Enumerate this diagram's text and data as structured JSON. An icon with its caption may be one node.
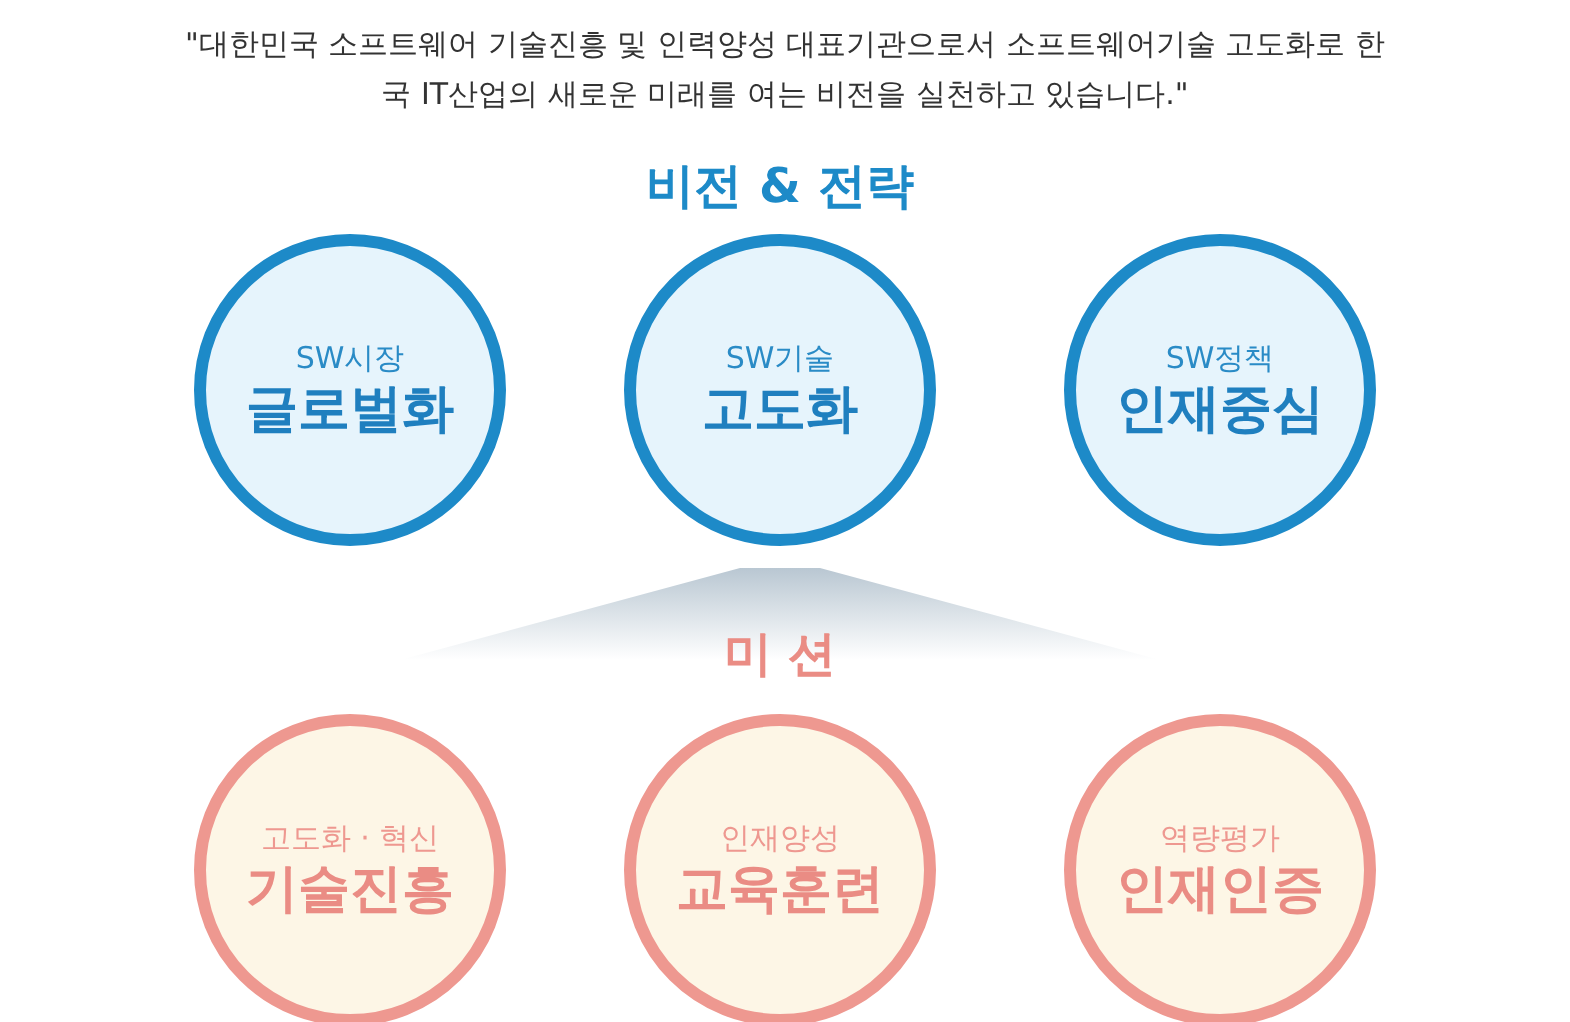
{
  "diagram": {
    "nodes": [
      {
        "text": [
          "SW시장",
          "글로벌화"
        ]
      },
      {
        "text": [
          "SW기술",
          "고도화"
        ]
      },
      {
        "text": [
          "SW정책",
          "인재중심"
        ]
      },
      {
        "text": [
          "고도화 · 혁신",
          "기술진흥"
        ]
      },
      {
        "text": [
          "인재양성",
          "교육훈련"
        ]
      },
      {
        "text": [
          "역량평가",
          "인재인증"
        ]
      }
    ],
    "labels": [
      "\"대한민국 소프트웨어 기술진흥 및 인력양성 대표기관으로서 소프트웨어기술 고도화로 한국 IT산업의 새로운 미래를 여는 비전을 실천하고 있습니다.\"",
      "비전 & 전략",
      "미 션"
    ]
  }
}
